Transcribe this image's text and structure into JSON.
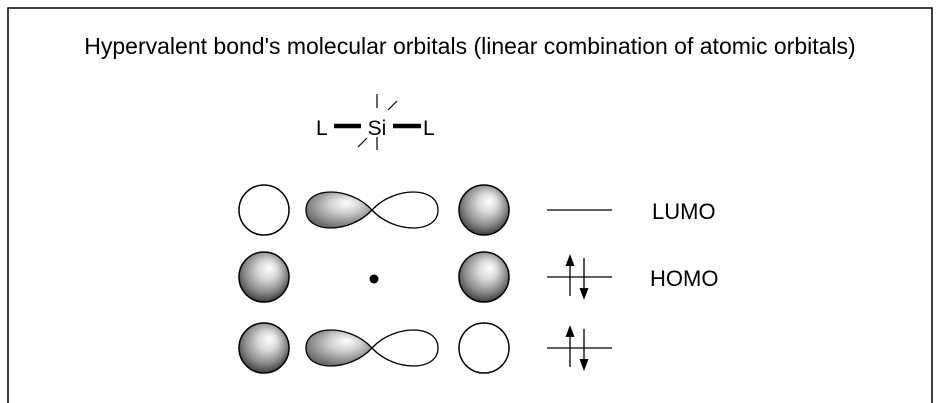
{
  "title": "Hypervalent bond's molecular orbitals (linear combination of atomic orbitals)",
  "structure": {
    "ligand_left": "L",
    "center_atom": "Si",
    "ligand_right": "L"
  },
  "orbital_levels": [
    {
      "label": "LUMO",
      "electrons": 0,
      "left_atom": "empty",
      "center": "p-orbital",
      "right_atom": "filled"
    },
    {
      "label": "HOMO",
      "electrons": 2,
      "left_atom": "filled",
      "center": "node",
      "right_atom": "filled"
    },
    {
      "label": "",
      "electrons": 2,
      "left_atom": "filled",
      "center": "p-orbital",
      "right_atom": "empty"
    }
  ]
}
